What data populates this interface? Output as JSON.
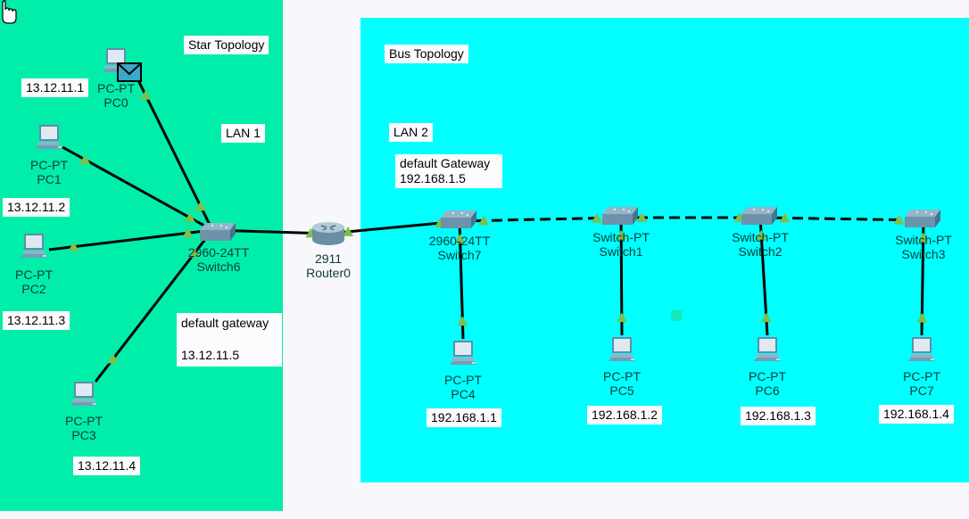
{
  "regions": {
    "lan1": {
      "color": "#00eeaa"
    },
    "lan2": {
      "color": "#00ffff"
    }
  },
  "notes": {
    "star_topology": "Star Topology",
    "lan1": "LAN 1",
    "pc0_ip": "13.12.11.1",
    "pc1_ip": "13.12.11.2",
    "pc2_ip": "13.12.11.3",
    "pc3_ip": "13.12.11.4",
    "gw1_title": "default gateway",
    "gw1_ip": "13.12.11.5",
    "bus_topology": "Bus Topology",
    "lan2": "LAN 2",
    "gw2_title": "default Gateway",
    "gw2_ip": "192.168.1.5",
    "pc4_ip": "192.168.1.1",
    "pc5_ip": "192.168.1.2",
    "pc6_ip": "192.168.1.3",
    "pc7_ip": "192.168.1.4"
  },
  "devices": {
    "pc0": {
      "model": "PC-PT",
      "name": "PC0",
      "icon": "pc-icon",
      "status": "envelope-pdu-icon"
    },
    "pc1": {
      "model": "PC-PT",
      "name": "PC1",
      "icon": "pc-icon"
    },
    "pc2": {
      "model": "PC-PT",
      "name": "PC2",
      "icon": "pc-icon"
    },
    "pc3": {
      "model": "PC-PT",
      "name": "PC3",
      "icon": "pc-icon"
    },
    "switch6": {
      "model": "2960-24TT",
      "name": "Switch6",
      "icon": "switch-icon"
    },
    "router0": {
      "model": "2911",
      "name": "Router0",
      "icon": "router-icon"
    },
    "switch7": {
      "model": "2960-24TT",
      "name": "Switch7",
      "icon": "switch-icon"
    },
    "switch1": {
      "model": "Switch-PT",
      "name": "Switch1",
      "icon": "switch-icon"
    },
    "switch2": {
      "model": "Switch-PT",
      "name": "Switch2",
      "icon": "switch-icon"
    },
    "switch3": {
      "model": "Switch-PT",
      "name": "Switch3",
      "icon": "switch-icon"
    },
    "pc4": {
      "model": "PC-PT",
      "name": "PC4",
      "icon": "pc-icon"
    },
    "pc5": {
      "model": "PC-PT",
      "name": "PC5",
      "icon": "pc-icon"
    },
    "pc6": {
      "model": "PC-PT",
      "name": "PC6",
      "icon": "pc-icon"
    },
    "pc7": {
      "model": "PC-PT",
      "name": "PC7",
      "icon": "pc-icon"
    }
  },
  "links": [
    {
      "from": "pc0",
      "to": "switch6",
      "type": "straight"
    },
    {
      "from": "pc1",
      "to": "switch6",
      "type": "straight"
    },
    {
      "from": "pc2",
      "to": "switch6",
      "type": "straight"
    },
    {
      "from": "pc3",
      "to": "switch6",
      "type": "straight"
    },
    {
      "from": "switch6",
      "to": "router0",
      "type": "straight"
    },
    {
      "from": "router0",
      "to": "switch7",
      "type": "straight"
    },
    {
      "from": "switch7",
      "to": "switch1",
      "type": "crossover"
    },
    {
      "from": "switch1",
      "to": "switch2",
      "type": "crossover"
    },
    {
      "from": "switch2",
      "to": "switch3",
      "type": "crossover"
    },
    {
      "from": "switch7",
      "to": "pc4",
      "type": "straight"
    },
    {
      "from": "switch1",
      "to": "pc5",
      "type": "straight"
    },
    {
      "from": "switch2",
      "to": "pc6",
      "type": "straight"
    },
    {
      "from": "switch3",
      "to": "pc7",
      "type": "straight"
    }
  ],
  "link_status_color": "#7cc04a"
}
